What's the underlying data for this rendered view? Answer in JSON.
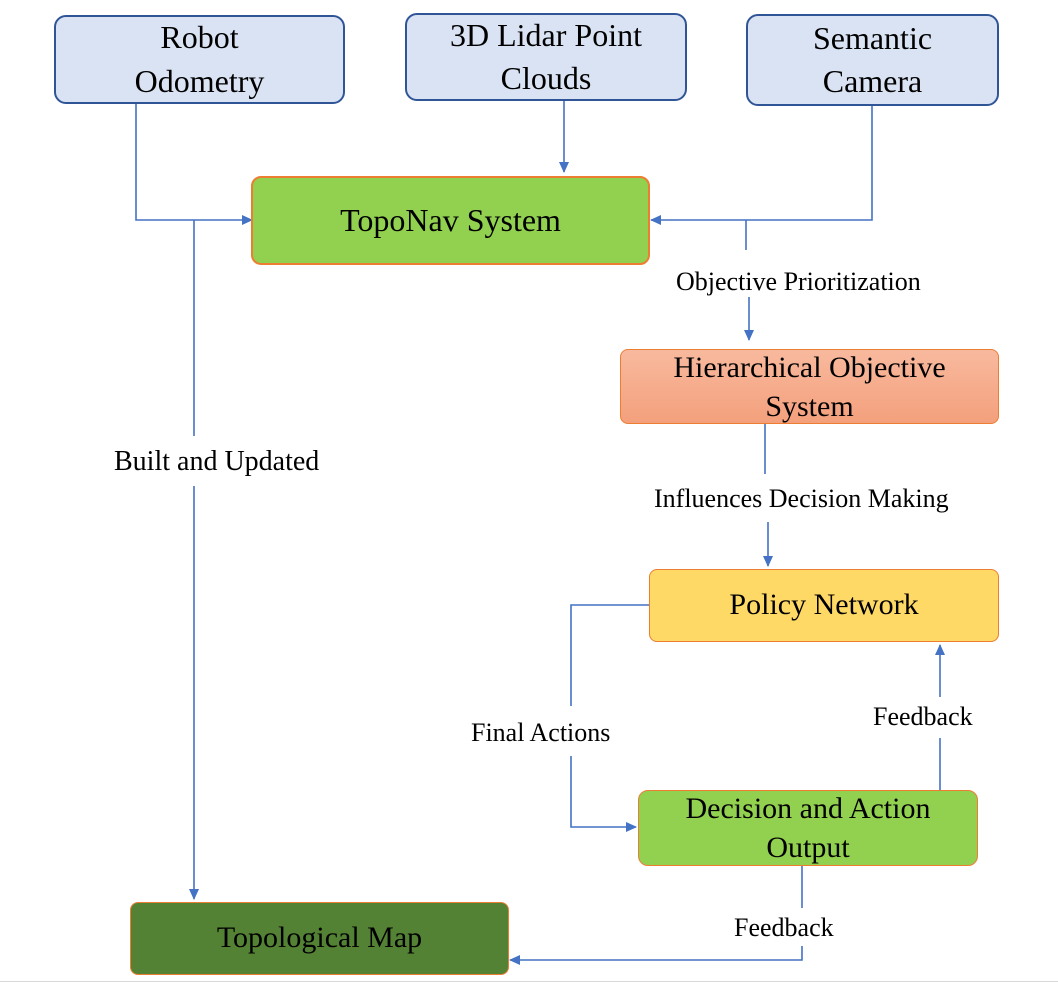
{
  "nodes": {
    "robot_odometry": "Robot\nOdometry",
    "lidar": "3D Lidar Point\nClouds",
    "semantic_camera": "Semantic\nCamera",
    "toponav": "TopoNav System",
    "hierarchical": "Hierarchical Objective\nSystem",
    "policy": "Policy Network",
    "decision": "Decision and Action\nOutput",
    "topological_map": "Topological Map"
  },
  "edge_labels": {
    "objective_prioritization": "Objective Prioritization",
    "influences_decision": "Influences Decision Making",
    "built_updated": "Built and Updated",
    "final_actions": "Final Actions",
    "feedback_up": "Feedback",
    "feedback_down": "Feedback"
  },
  "colors": {
    "edge": "#4472c4",
    "input_fill": "#dae3f3",
    "input_border": "#2f5597",
    "green_fill": "#92d050",
    "salmon_fill": "#f4a07c",
    "yellow_fill": "#ffd966",
    "dark_green_fill": "#548235",
    "node_border": "#ed7d31"
  }
}
